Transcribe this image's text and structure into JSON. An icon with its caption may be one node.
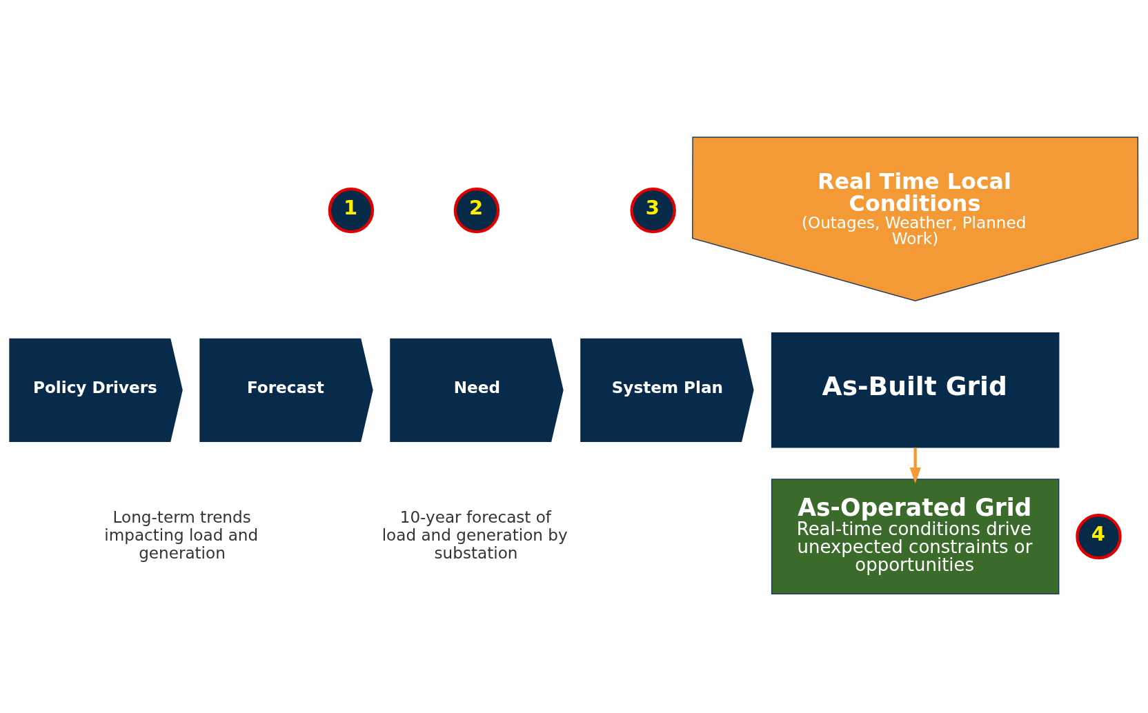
{
  "diagram": {
    "nodes": [
      {
        "text": [
          "Policy Drivers"
        ]
      },
      {
        "text": [
          "1"
        ]
      },
      {
        "text": [
          "Forecast"
        ]
      },
      {
        "text": [
          "2"
        ]
      },
      {
        "text": [
          "Need"
        ]
      },
      {
        "text": [
          "3"
        ]
      },
      {
        "text": [
          "System Plan"
        ]
      },
      {
        "text": [
          "Real Time Local Conditions",
          "(Outages, Weather, Planned Work)"
        ]
      },
      {
        "text": [
          "As-Built Grid"
        ]
      },
      {
        "text": [
          "As-Operated Grid",
          "Real-time conditions drive unexpected constraints or opportunities"
        ]
      },
      {
        "text": [
          "4"
        ]
      }
    ],
    "edges": [
      {
        "from": 8,
        "to": 9,
        "arrow": "to",
        "color": "#f39a36"
      }
    ],
    "labels": [
      "Long-term trends impacting load and generation",
      "10-year forecast of load and generation by substation"
    ]
  }
}
